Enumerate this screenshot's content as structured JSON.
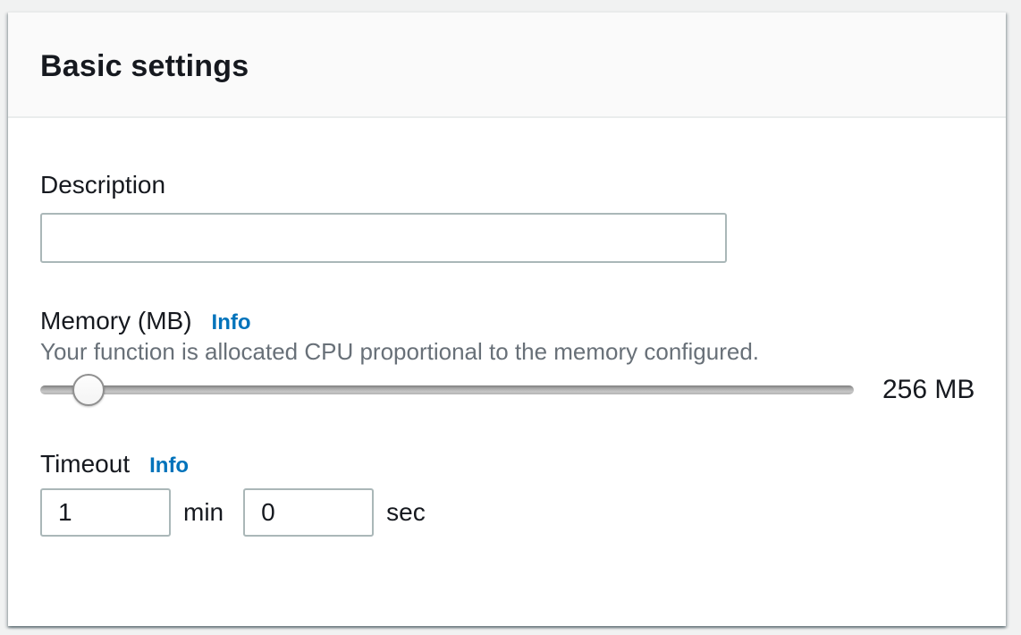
{
  "panel": {
    "title": "Basic settings",
    "description": {
      "label": "Description",
      "value": ""
    },
    "memory": {
      "label": "Memory (MB)",
      "info_label": "Info",
      "help_text": "Your function is allocated CPU proportional to the memory configured.",
      "value_display": "256 MB"
    },
    "timeout": {
      "label": "Timeout",
      "info_label": "Info",
      "minutes": {
        "value": "1",
        "unit": "min"
      },
      "seconds": {
        "value": "0",
        "unit": "sec"
      }
    }
  },
  "colors": {
    "page_background": "#f1f2f2",
    "card_background": "#ffffff",
    "header_background": "#fafafa",
    "divider": "#eaeded",
    "label_text": "#16191f",
    "help_text": "#687078",
    "info_link": "#0073bb",
    "input_border": "#aab7b8"
  }
}
